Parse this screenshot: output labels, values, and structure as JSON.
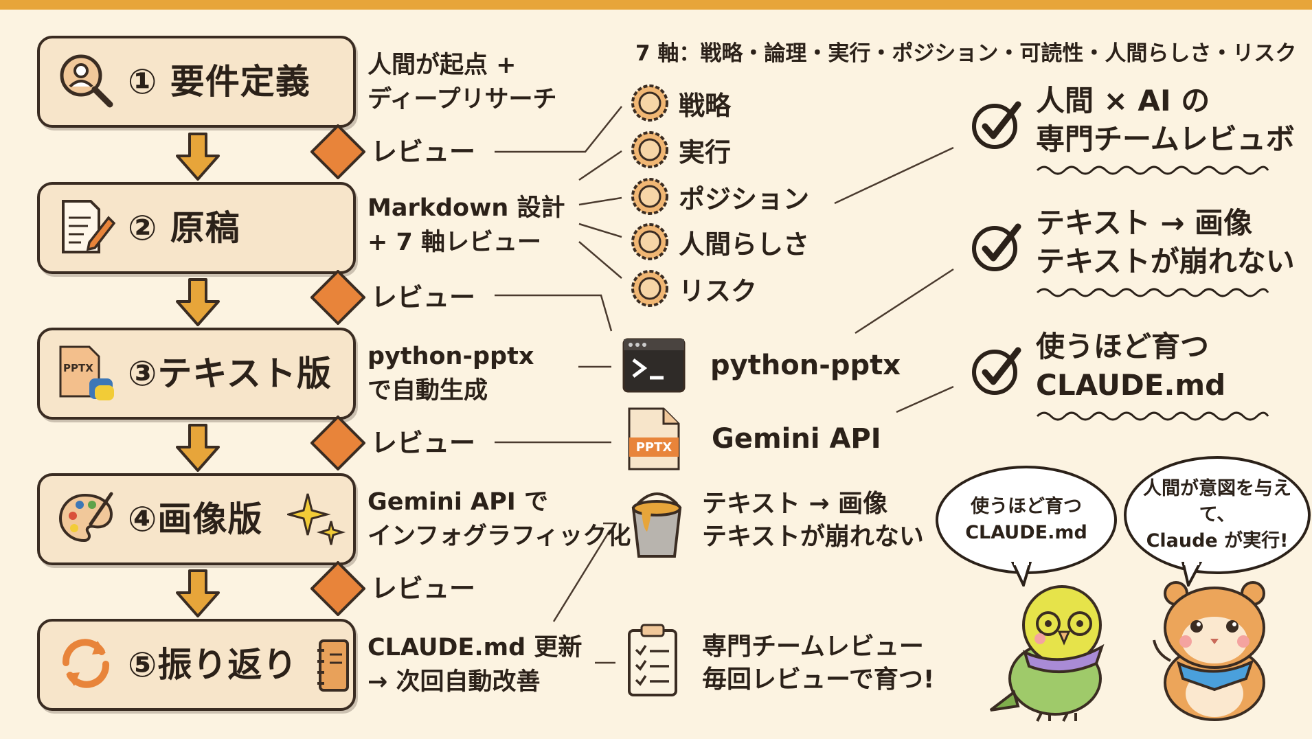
{
  "steps": [
    {
      "label": "① 要件定義",
      "icon": "magnifier-person-icon",
      "desc": [
        "人間が起点 +",
        "ディープリサーチ"
      ]
    },
    {
      "label": "② 原稿",
      "icon": "document-pencil-icon",
      "desc": [
        "Markdown 設計",
        "+ 7 軸レビュー"
      ]
    },
    {
      "label": "③テキスト版",
      "icon": "pptx-python-icon",
      "desc": [
        "python-pptx",
        "で自動生成"
      ]
    },
    {
      "label": "④画像版",
      "icon": "palette-brush-icon",
      "desc": [
        "Gemini API で",
        "インフォグラフィック化"
      ]
    },
    {
      "label": "⑤振り返り",
      "icon": "refresh-arrows-icon",
      "desc": [
        "CLAUDE.md 更新",
        "→ 次回自動改善"
      ]
    }
  ],
  "review_label": "レビュー",
  "axes_title": "7 軸：戦略・論理・実行・ポジション・可読性・人間らしさ・リスク",
  "axes": [
    "戦略",
    "実行",
    "ポジション",
    "人間らしさ",
    "リスク"
  ],
  "tools": {
    "python_pptx": "python-pptx",
    "gemini_api": "Gemini API",
    "pptx_badge": "PPTX",
    "paint_lines": [
      "テキスト → 画像",
      "テキストが崩れない"
    ],
    "review_lines": [
      "専門チームレビュー",
      "毎回レビューで育つ!"
    ]
  },
  "benefits": [
    {
      "line1": "人間 × AI の",
      "line2": "専門チームレビュボ"
    },
    {
      "line1": "テキスト → 画像",
      "line2": "テキストが崩れない"
    },
    {
      "line1": "使うほど育つ",
      "line2": "CLAUDE.md"
    }
  ],
  "bubbles": [
    {
      "line1": "使うほど育つ",
      "line2": "CLAUDE.md"
    },
    {
      "line1": "人間が意図を与えて、",
      "line2": "Claude が実行!"
    }
  ],
  "colors": {
    "accent": "#e7a53a",
    "diamond": "#e8843a",
    "box": "#f7e5ca",
    "outline": "#3a2c22"
  }
}
